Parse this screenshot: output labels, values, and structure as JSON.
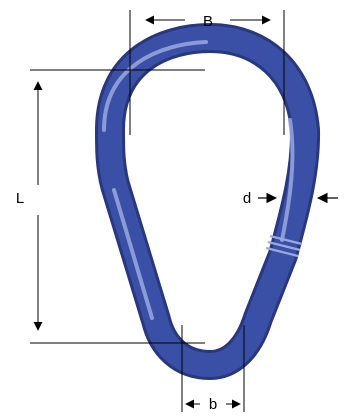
{
  "diagram": {
    "labels": {
      "width_outer": "B",
      "length": "L",
      "thickness": "d",
      "width_inner": "b"
    },
    "colors": {
      "link_blue": "#3a4fa6",
      "link_dark": "#28377e",
      "link_highlight": "#9aa8e0",
      "dimension_line": "#000000",
      "background": "#ffffff"
    },
    "component": "pear-shaped-link-icon"
  }
}
